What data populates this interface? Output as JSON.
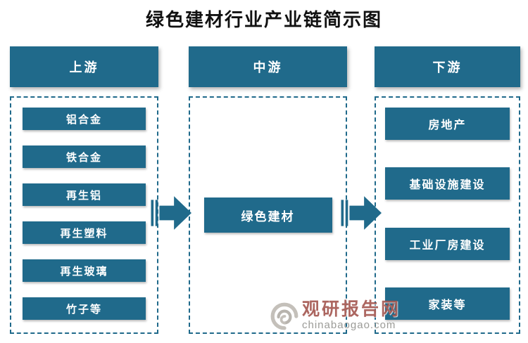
{
  "title": "绿色建材行业产业链简示图",
  "colors": {
    "primary_teal": "#206a8b",
    "watermark_name": "#a0514a",
    "watermark_site": "#9b9b97",
    "watermark_logo_gray": "#c4c0ba"
  },
  "columns": [
    {
      "header": "上游",
      "items": [
        "铝合金",
        "铁合金",
        "再生铝",
        "再生塑料",
        "再生玻璃",
        "竹子等"
      ]
    },
    {
      "header": "中游",
      "items": [
        "绿色建材"
      ]
    },
    {
      "header": "下游",
      "items": [
        "房地产",
        "基础设施建设",
        "工业厂房建设",
        "家装等"
      ]
    }
  ],
  "arrows": [
    {
      "icon": "block-arrow-right",
      "from": "上游",
      "to": "中游"
    },
    {
      "icon": "block-arrow-right",
      "from": "中游",
      "to": "下游"
    }
  ],
  "watermark": {
    "logo_icon": "swirl-logo",
    "name": "观研报告网",
    "site": "chinabaogao.com"
  }
}
